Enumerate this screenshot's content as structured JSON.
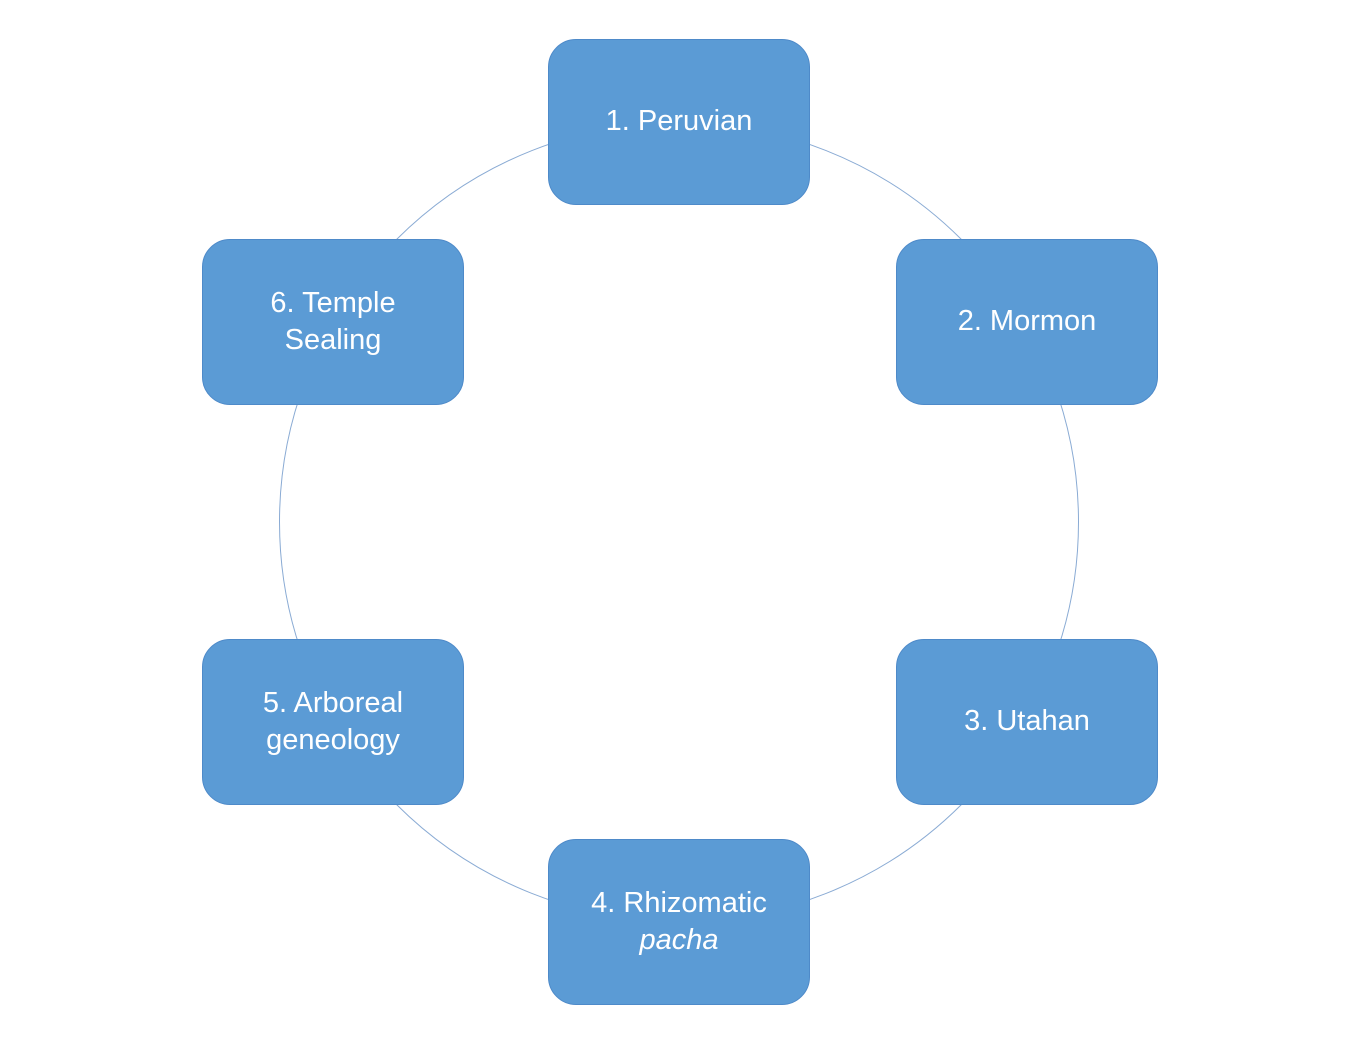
{
  "diagram": {
    "type": "cycle",
    "shape": "circular-arrangement",
    "background": "#ffffff",
    "nodes": [
      {
        "id": 1,
        "label": "1. Peruvian",
        "label_italic": "",
        "position": "top"
      },
      {
        "id": 2,
        "label": "2. Mormon",
        "label_italic": "",
        "position": "upper-right"
      },
      {
        "id": 3,
        "label": "3. Utahan",
        "label_italic": "",
        "position": "lower-right"
      },
      {
        "id": 4,
        "label": "4. Rhizomatic",
        "label_italic": "pacha",
        "position": "bottom"
      },
      {
        "id": 5,
        "label": "5. Arboreal geneology",
        "label_italic": "",
        "position": "lower-left"
      },
      {
        "id": 6,
        "label": "6. Temple Sealing",
        "label_italic": "",
        "position": "upper-left"
      }
    ],
    "colors": {
      "node_fill": "#5b9bd5",
      "node_border": "#4e8ac9",
      "node_text": "#ffffff",
      "circle_stroke": "#8aabd4"
    }
  }
}
